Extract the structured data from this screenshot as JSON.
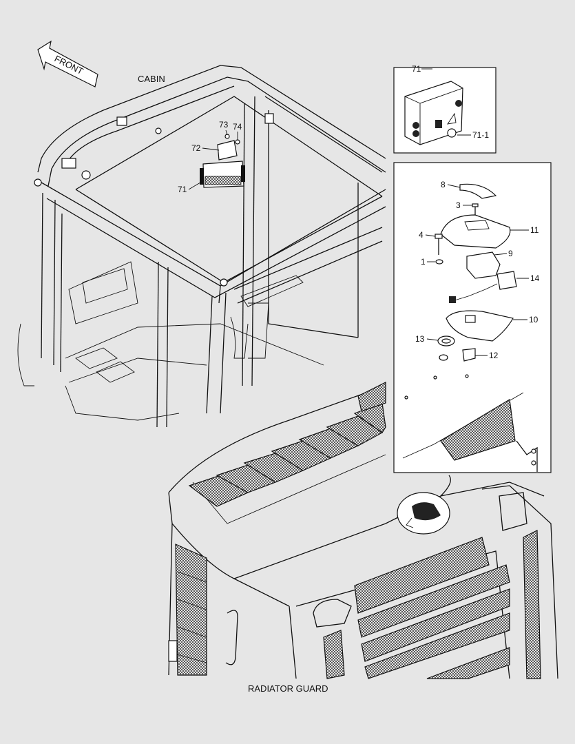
{
  "captions": {
    "cabin": "CABIN",
    "front": "FRONT",
    "radiator_guard": "RADIATOR GUARD"
  },
  "main_callouts": {
    "c71": "71",
    "c72": "72",
    "c73": "73",
    "c74": "74"
  },
  "inset_top": {
    "title": "71",
    "sub_label": "71-1"
  },
  "inset_detail": {
    "c8": "8",
    "c3": "3",
    "c11": "11",
    "c4": "4",
    "c9": "9",
    "c1": "1",
    "c14": "14",
    "c10": "10",
    "c13": "13",
    "c12": "12"
  }
}
